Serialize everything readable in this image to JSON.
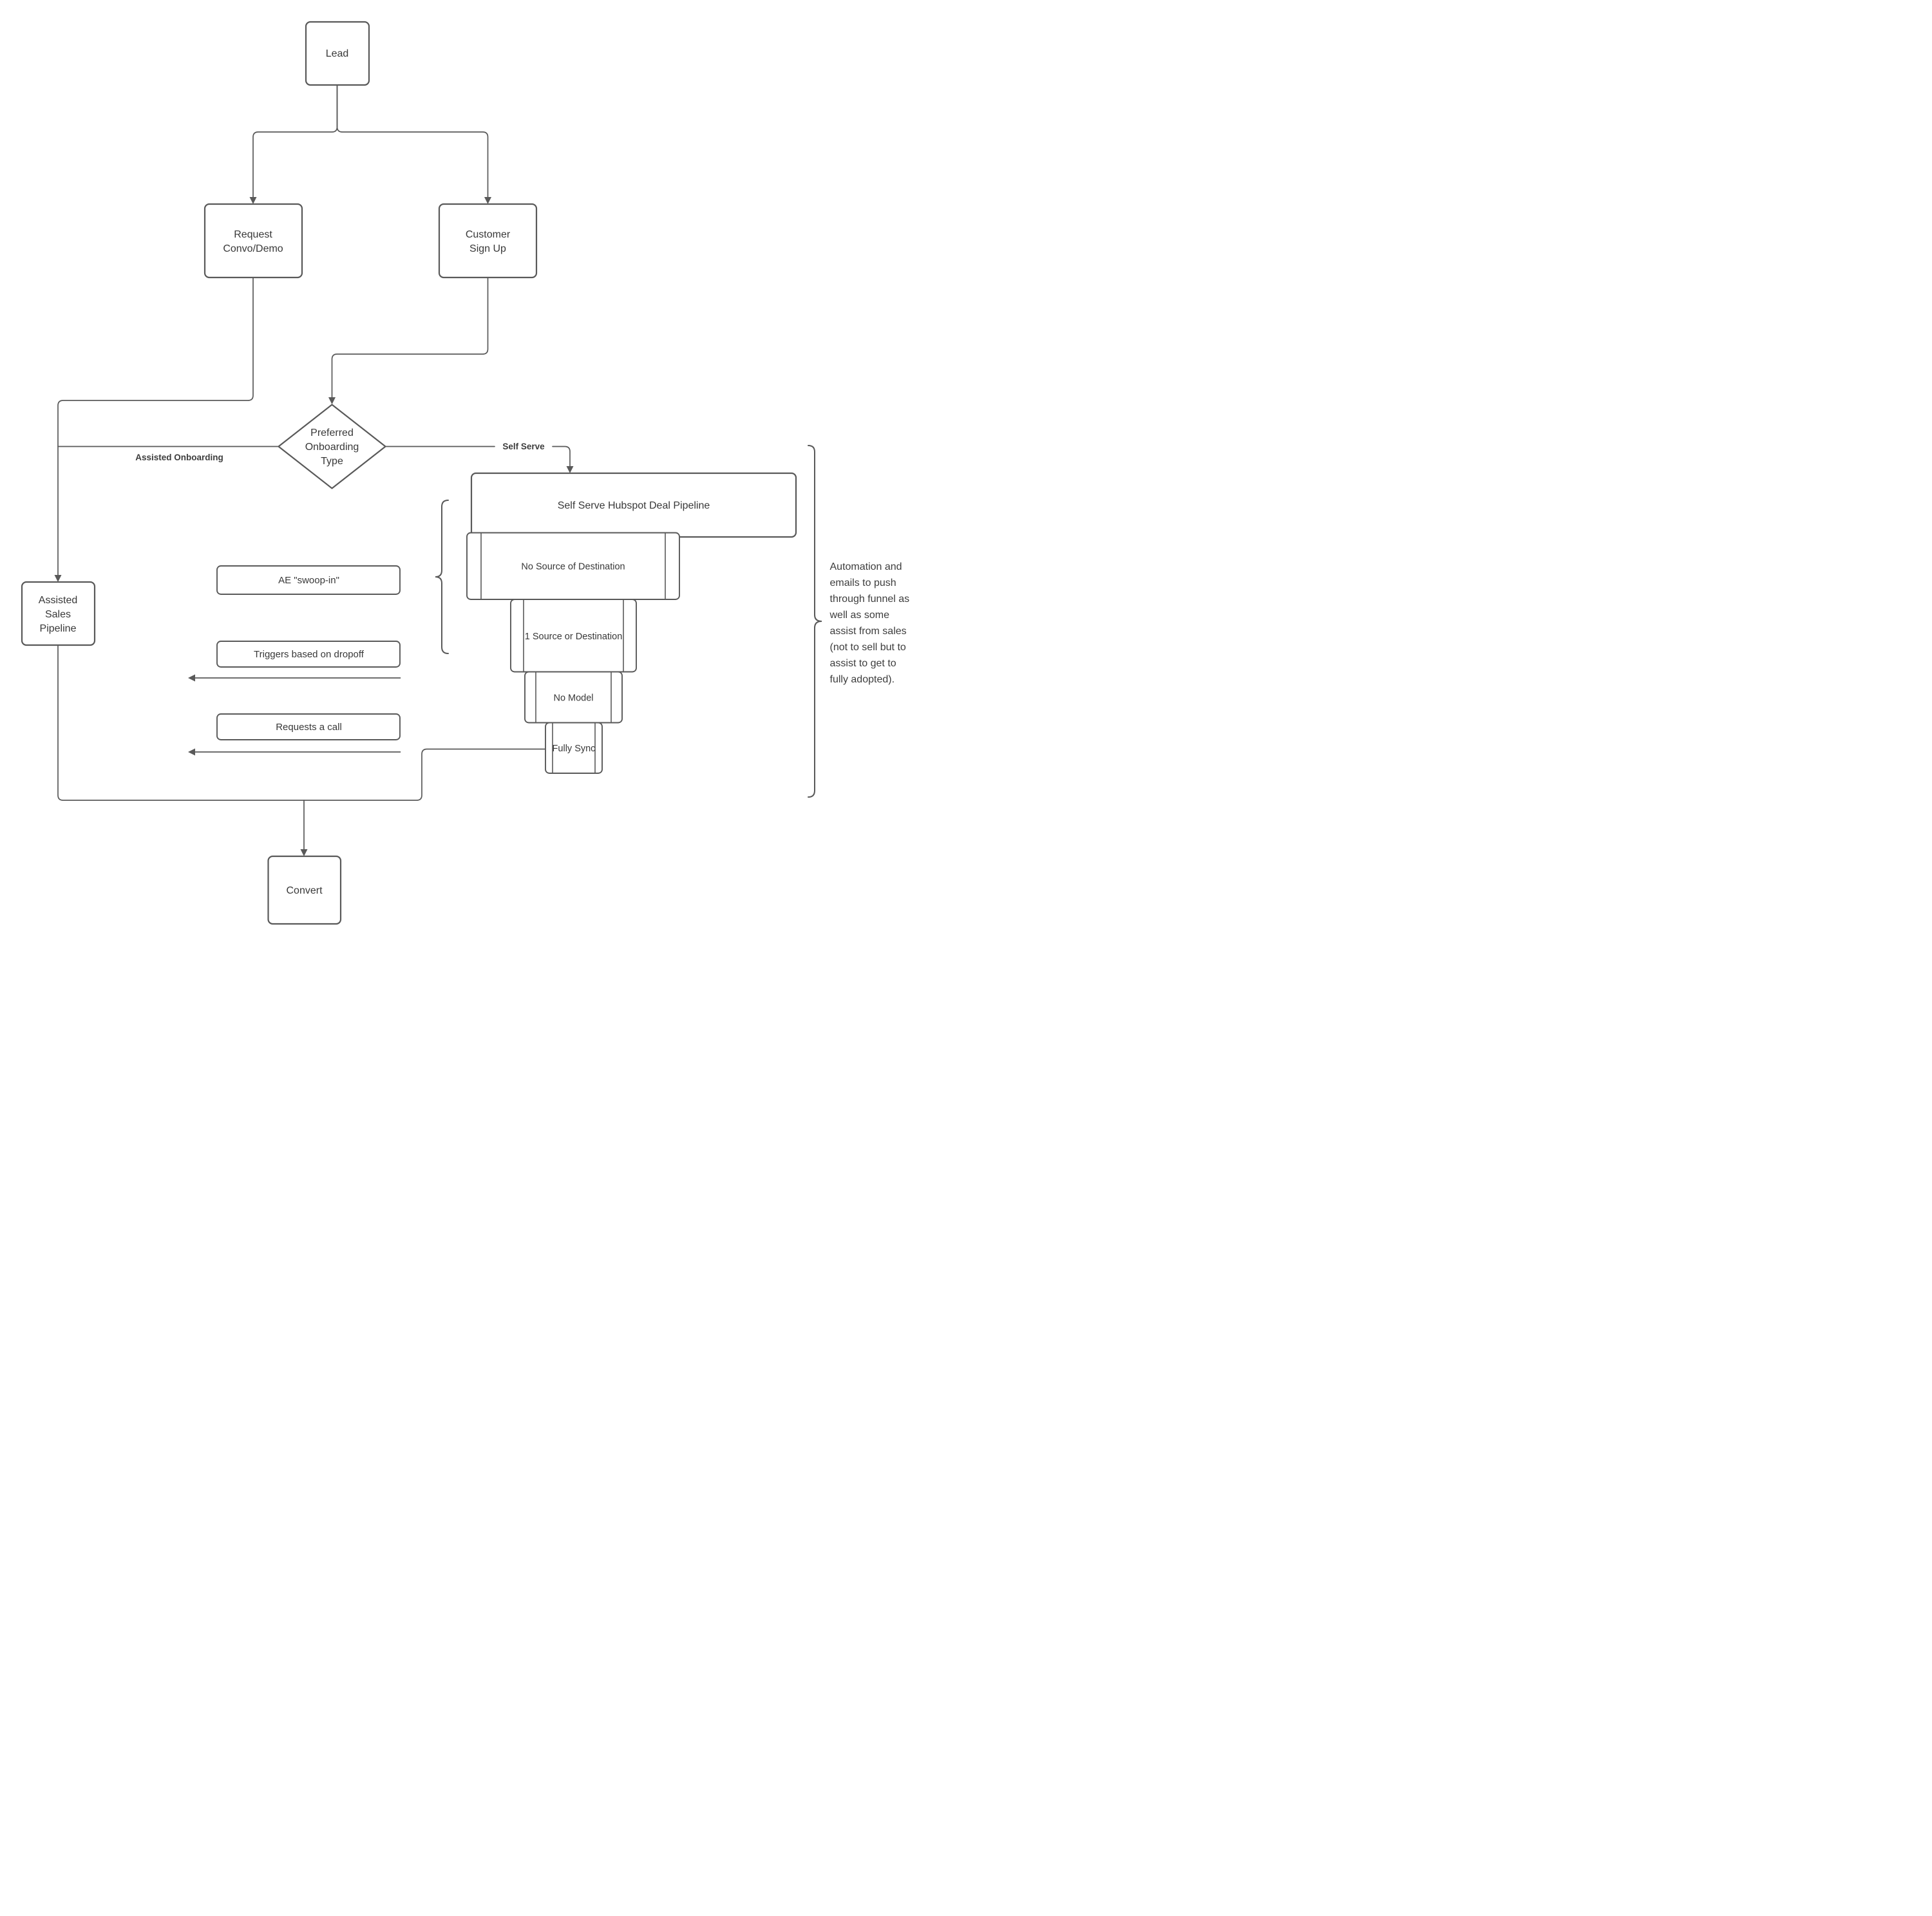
{
  "diagram": {
    "nodes": {
      "lead": {
        "label": "Lead"
      },
      "request_convo_demo": {
        "lines": [
          "Request",
          "Convo/Demo"
        ]
      },
      "customer_sign_up": {
        "lines": [
          "Customer",
          "Sign Up"
        ]
      },
      "preferred_onboarding_type": {
        "lines": [
          "Preferred",
          "Onboarding",
          "Type"
        ]
      },
      "assisted_sales_pipeline": {
        "lines": [
          "Assisted",
          "Sales",
          "Pipeline"
        ]
      },
      "self_serve_pipeline": {
        "label": "Self Serve Hubspot Deal Pipeline"
      },
      "funnel_no_source": {
        "label": "No Source of Destination"
      },
      "funnel_one_source": {
        "label": "1 Source or Destination"
      },
      "funnel_no_model": {
        "label": "No Model"
      },
      "funnel_fully_sync": {
        "label": "Fully Sync"
      },
      "ae_swoop_in": {
        "label": "AE \"swoop-in\""
      },
      "triggers_dropoff": {
        "label": "Triggers based on dropoff"
      },
      "requests_call": {
        "label": "Requests a call"
      },
      "convert": {
        "label": "Convert"
      }
    },
    "edge_labels": {
      "assisted_onboarding": "Assisted Onboarding",
      "self_serve": "Self Serve"
    },
    "annotation": {
      "lines": [
        "Automation and",
        "emails to push",
        "through funnel as",
        "well as some",
        "assist from sales",
        "(not to sell but to",
        "assist to get to",
        "fully adopted)."
      ]
    },
    "colors": {
      "stroke": "#595959",
      "text": "#383838",
      "background": "#ffffff"
    }
  }
}
